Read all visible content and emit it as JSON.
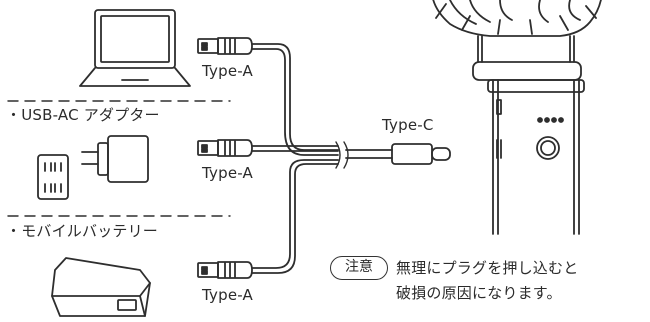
{
  "labels": {
    "type_a_1": "Type-A",
    "type_a_2": "Type-A",
    "type_a_3": "Type-A",
    "type_c": "Type-C",
    "usb_ac_adapter": "・USB-AC アダプター",
    "mobile_battery": "・モバイルバッテリー"
  },
  "note": {
    "badge": "注意",
    "line1": "無理にプラグを押し込むと",
    "line2": "破損の原因になります。"
  },
  "icons": [
    "laptop-icon",
    "ac-adapter-icon",
    "wall-outlet-icon",
    "mobile-battery-icon",
    "usb-a-plug-icon",
    "usb-c-plug-icon",
    "handheld-fan-icon"
  ]
}
